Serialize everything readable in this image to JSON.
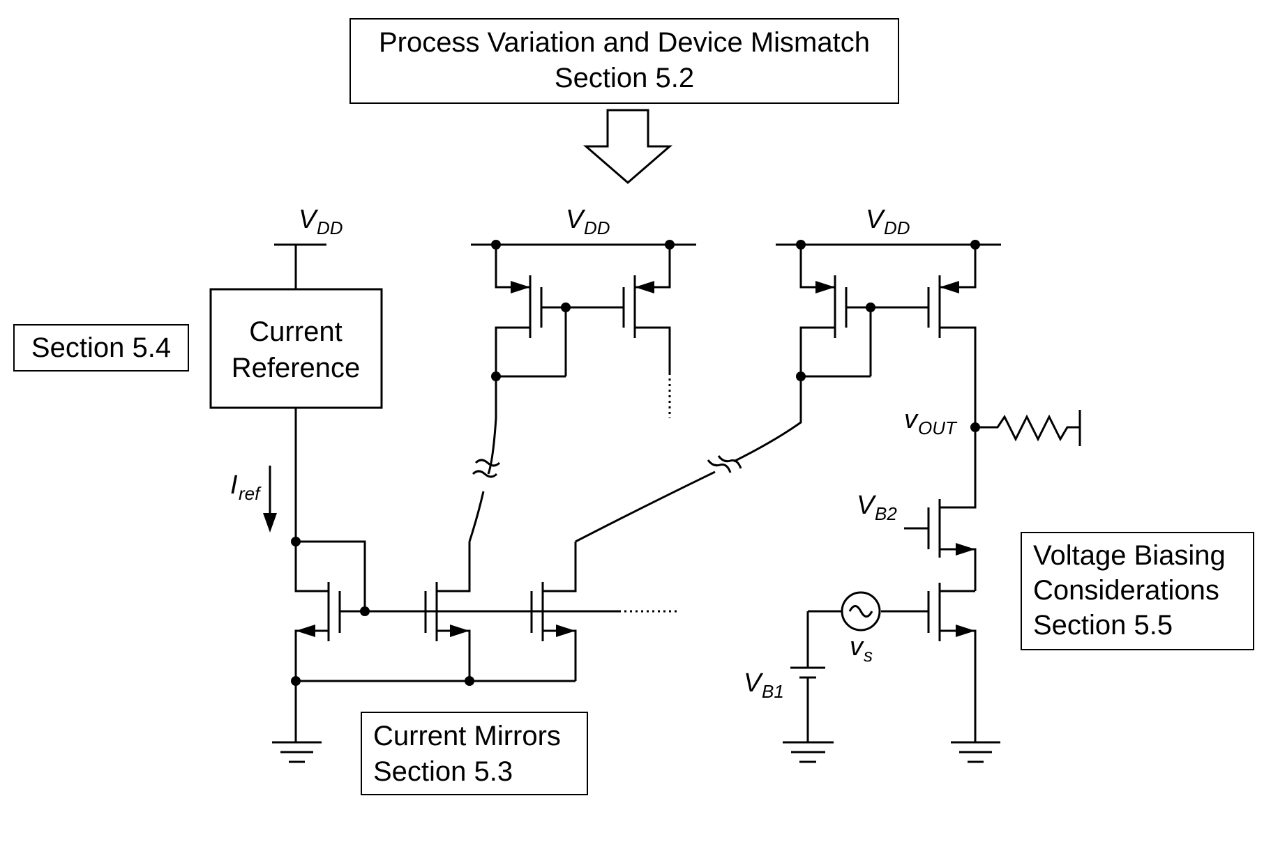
{
  "boxes": {
    "process": {
      "line1": "Process Variation and Device Mismatch",
      "line2": "Section 5.2"
    },
    "section54": {
      "text": "Section 5.4"
    },
    "current_reference": {
      "line1": "Current",
      "line2": "Reference"
    },
    "mirrors": {
      "line1": "Current Mirrors",
      "line2": "Section 5.3"
    },
    "voltage": {
      "line1": "Voltage Biasing",
      "line2": "Considerations",
      "line3": "Section 5.5"
    }
  },
  "labels": {
    "vdd1": {
      "main": "V",
      "sub": "DD"
    },
    "vdd2": {
      "main": "V",
      "sub": "DD"
    },
    "vdd3": {
      "main": "V",
      "sub": "DD"
    },
    "iref": {
      "main": "I",
      "sub": "ref"
    },
    "vout": {
      "main": "v",
      "sub": "OUT"
    },
    "vb2": {
      "main": "V",
      "sub": "B2"
    },
    "vb1": {
      "main": "V",
      "sub": "B1"
    },
    "vs": {
      "main": "v",
      "sub": "s"
    }
  }
}
